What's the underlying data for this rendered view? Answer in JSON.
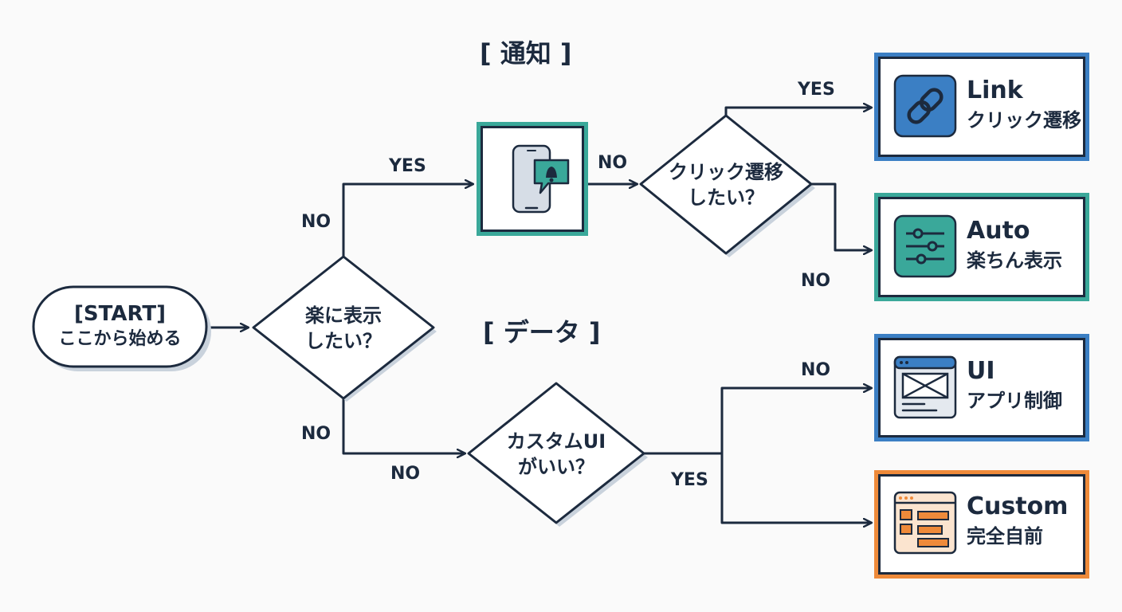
{
  "sections": {
    "notification": "[ 通知 ]",
    "data": "[ データ ]"
  },
  "start": {
    "line1": "[START]",
    "line2": "ここから始める"
  },
  "decisions": {
    "easy_display": {
      "line1": "楽に表示",
      "line2": "したい？"
    },
    "click_transition": {
      "line1": "クリック遷移",
      "line2": "したい？"
    },
    "custom_ui": {
      "line1": "カスタムUI",
      "line2": "がいい？"
    }
  },
  "edges": {
    "easy_to_notify": "YES",
    "easy_up_no": "NO",
    "easy_down_no": "NO",
    "to_custom_no": "NO",
    "notify_to_click": "NO",
    "click_to_link": "YES",
    "click_to_auto": "NO",
    "custom_to_ui": "NO",
    "custom_to_custom": "YES"
  },
  "results": {
    "link": {
      "title": "Link",
      "subtitle": "クリック遷移",
      "icon": "chain-link-icon",
      "color": "#3b7fc4"
    },
    "auto": {
      "title": "Auto",
      "subtitle": "楽ちん表示",
      "icon": "sliders-icon",
      "color": "#3aa89a"
    },
    "ui": {
      "title": "UI",
      "subtitle": "アプリ制御",
      "icon": "app-window-icon",
      "color": "#3b7fc4"
    },
    "custom": {
      "title": "Custom",
      "subtitle": "完全自前",
      "icon": "custom-layout-icon",
      "color": "#ee8a3a"
    }
  },
  "notification_icon": "phone-bell-icon"
}
